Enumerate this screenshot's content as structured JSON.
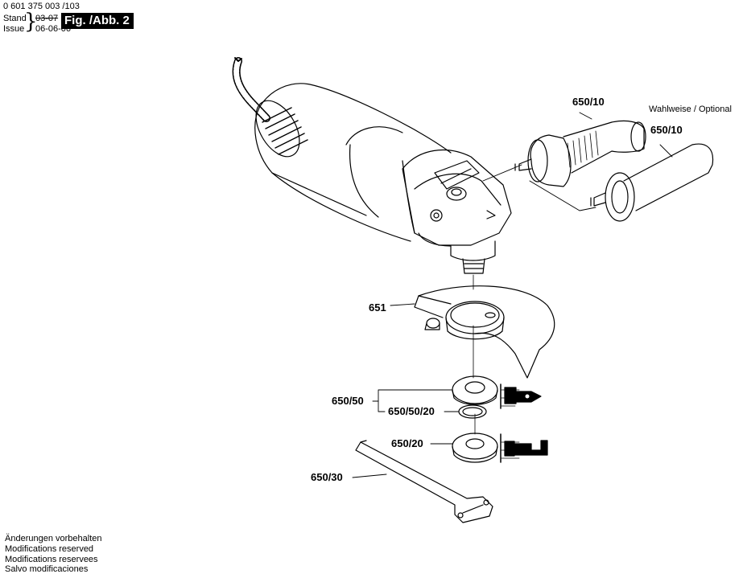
{
  "header": {
    "part_number": "0 601 375 003 /103",
    "stand_label": "Stand",
    "issue_label": "Issue",
    "stand_date": "03-07",
    "issue_date": "06-06-06",
    "figure_label": "Fig. /Abb. 2"
  },
  "callouts": {
    "handle_1": "650/10",
    "handle_2": "650/10",
    "optional_note": "Wahlweise / Optional",
    "guard": "651",
    "flange": "650/50",
    "flange_ring": "650/50/20",
    "clamp_nut": "650/20",
    "spanner": "650/30"
  },
  "footer": {
    "lines": [
      "Änderungen vorbehalten",
      "Modifications reserved",
      "Modifications reservees",
      "Salvo modificaciones"
    ]
  }
}
